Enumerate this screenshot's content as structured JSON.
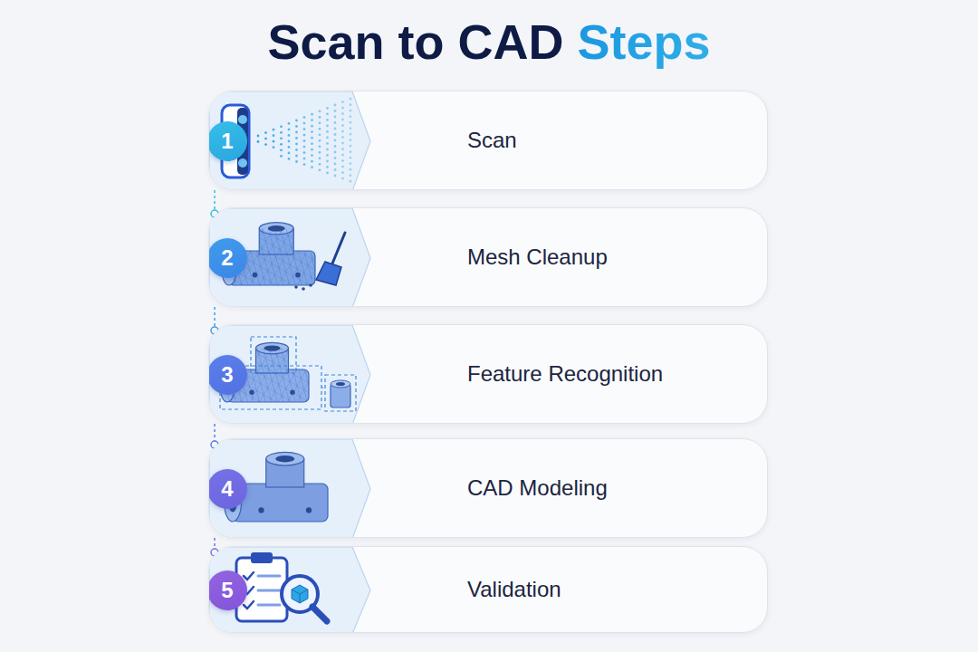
{
  "diagram": {
    "title": "Scan to CAD Steps",
    "nodes": [
      {
        "text": [
          "Scan"
        ]
      },
      {
        "text": [
          "1"
        ],
        "in": 0
      },
      {
        "text": [
          "Mesh Cleanup"
        ]
      },
      {
        "text": [
          "2"
        ],
        "in": 2
      },
      {
        "text": [
          "Feature Recognition"
        ]
      },
      {
        "text": [
          "3"
        ],
        "in": 4
      },
      {
        "text": [
          "CAD Modeling"
        ]
      },
      {
        "text": [
          "4"
        ],
        "in": 6
      },
      {
        "text": [
          "Validation"
        ]
      },
      {
        "text": [
          "5"
        ],
        "in": 8
      }
    ],
    "edges": [
      {
        "from": 0,
        "to": 2,
        "arrow": "none"
      },
      {
        "from": 2,
        "to": 4,
        "arrow": "none"
      },
      {
        "from": 4,
        "to": 6,
        "arrow": "none"
      },
      {
        "from": 6,
        "to": 8,
        "arrow": "none"
      }
    ]
  }
}
